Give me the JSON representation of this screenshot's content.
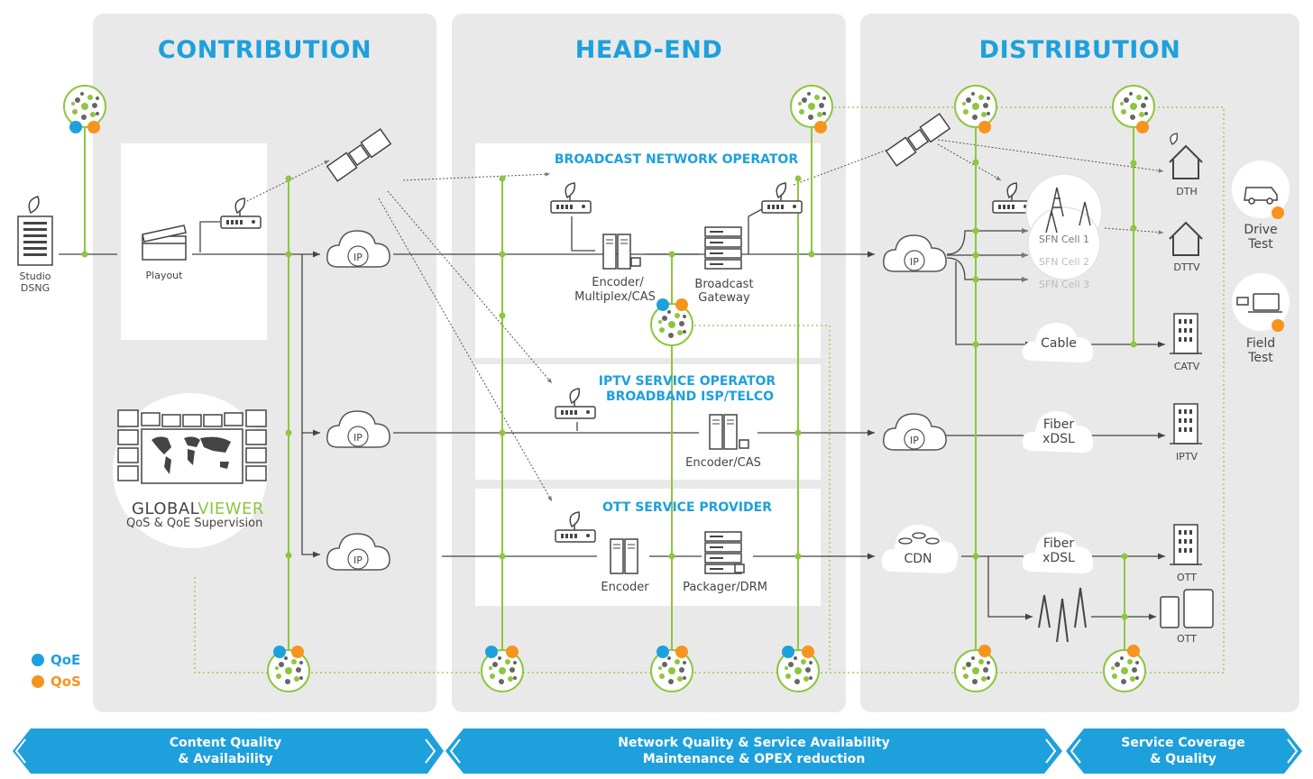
{
  "sections": {
    "contribution": "CONTRIBUTION",
    "headend": "HEAD-END",
    "distribution": "DISTRIBUTION"
  },
  "operators": {
    "broadcast": "BROADCAST NETWORK OPERATOR",
    "iptv_line1": "IPTV SERVICE OPERATOR",
    "iptv_line2": "BROADBAND ISP/TELCO",
    "ott": "OTT SERVICE PROVIDER"
  },
  "nodes": {
    "studio_line1": "Studio",
    "studio_line2": "DSNG",
    "playout": "Playout",
    "ip": "IP",
    "encoder_mux_line1": "Encoder/",
    "encoder_mux_line2": "Multiplex/CAS",
    "broadcast_gw_line1": "Broadcast",
    "broadcast_gw_line2": "Gateway",
    "encoder_cas": "Encoder/CAS",
    "encoder": "Encoder",
    "packager": "Packager/DRM",
    "sfn1": "SFN Cell 1",
    "sfn2": "SFN Cell 2",
    "sfn3": "SFN Cell 3",
    "cable": "Cable",
    "fiber_line1": "Fiber",
    "fiber_line2": "xDSL",
    "cdn": "CDN",
    "dth": "DTH",
    "dttv": "DTTV",
    "catv": "CATV",
    "iptv": "IPTV",
    "ott": "OTT",
    "drive_line1": "Drive",
    "drive_line2": "Test",
    "field_line1": "Field",
    "field_line2": "Test"
  },
  "globalviewer": {
    "brand_a": "GLOBAL",
    "brand_b": "VIEWER",
    "tagline": "QoS & QoE Supervision"
  },
  "legend": {
    "qoe": "QoE",
    "qos": "QoS"
  },
  "bands": {
    "b1_line1": "Content Quality",
    "b1_line2": "& Availability",
    "b2_line1": "Network Quality & Service Availability",
    "b2_line2": "Maintenance & OPEX reduction",
    "b3_line1": "Service Coverage",
    "b3_line2": "& Quality"
  },
  "colors": {
    "accent_blue": "#1ea0dc",
    "accent_green": "#8dc63f",
    "qoe": "#1ea0dc",
    "qos": "#f7941d",
    "panel": "#e9e9e9"
  }
}
